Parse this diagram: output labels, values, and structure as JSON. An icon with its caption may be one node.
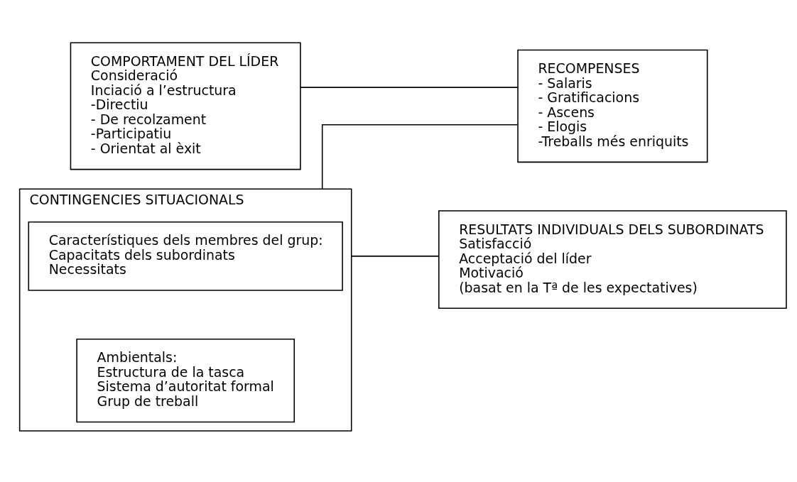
{
  "diagram": {
    "nodes": [
      {
        "text": [
          "COMPORTAMENT DEL LÍDER",
          "Consideració",
          "Inciació a l’estructura",
          "-Directiu",
          "- De recolzament",
          "-Participatiu",
          "- Orientat al èxit"
        ]
      },
      {
        "text": [
          "RECOMPENSES",
          "- Salaris",
          "- Gratificacions",
          "- Ascens",
          "- Elogis",
          "-Treballs més enriquits"
        ]
      },
      {
        "text": [
          "CONTINGENCIES SITUACIONALS"
        ]
      },
      {
        "text": [
          "Característiques dels membres del grup:",
          "Capacitats dels subordinats",
          "Necessitats"
        ],
        "in": 2
      },
      {
        "text": [
          "Ambientals:",
          "Estructura de la tasca",
          "Sistema d’autoritat formal",
          "Grup de treball"
        ],
        "in": 2
      },
      {
        "text": [
          "RESULTATS INDIVIDUALS DELS SUBORDINATS",
          "Satisfacció",
          "Acceptació del líder",
          "Motivació",
          "(basat en la Tª de les expectatives)"
        ]
      }
    ],
    "edges": [
      {
        "from": 0,
        "to": 1,
        "arrow": "none"
      },
      {
        "from": 2,
        "to": 1,
        "arrow": "none"
      },
      {
        "from": 2,
        "to": 5,
        "arrow": "none"
      }
    ]
  }
}
